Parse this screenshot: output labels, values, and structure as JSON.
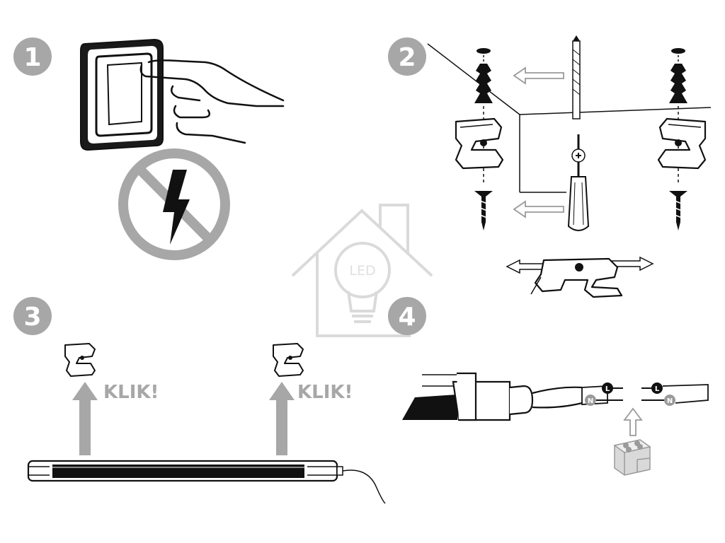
{
  "steps": [
    {
      "number": "1"
    },
    {
      "number": "2"
    },
    {
      "number": "3"
    },
    {
      "number": "4"
    }
  ],
  "step3": {
    "klik_left": "KLIK!",
    "klik_right": "KLIK!"
  },
  "watermark": {
    "text": "LED"
  },
  "step4": {
    "left_connector": {
      "top_label": "L",
      "bottom_label": "N"
    },
    "right_connector": {
      "top_label": "L",
      "bottom_label": "N"
    }
  },
  "colors": {
    "badge": "#a7a7a7",
    "ink": "#111111",
    "arrow": "#a7a7a7",
    "watermark": "#cfcfcf"
  }
}
